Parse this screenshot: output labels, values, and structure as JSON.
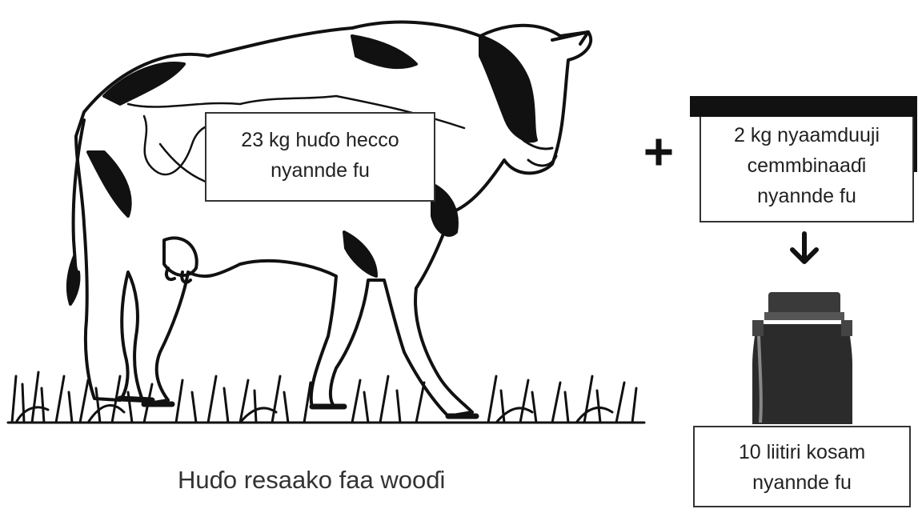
{
  "cow_label": {
    "line1": "23 kg huɗo hecco",
    "line2": "nyannde fu"
  },
  "concentrate_label": {
    "line1": "2 kg nyaamduuji",
    "line2": "cemmbinaaɗi",
    "line3": "nyannde fu"
  },
  "milk_label": {
    "line1": "10 liitiri kosam",
    "line2": "nyannde fu"
  },
  "caption": "Huɗo resaako faa wooɗi",
  "plus_symbol": "+",
  "arrow_symbol": "down-arrow-icon",
  "colors": {
    "ink": "#111111",
    "paper": "#ffffff",
    "can_body": "#2b2b2b"
  }
}
